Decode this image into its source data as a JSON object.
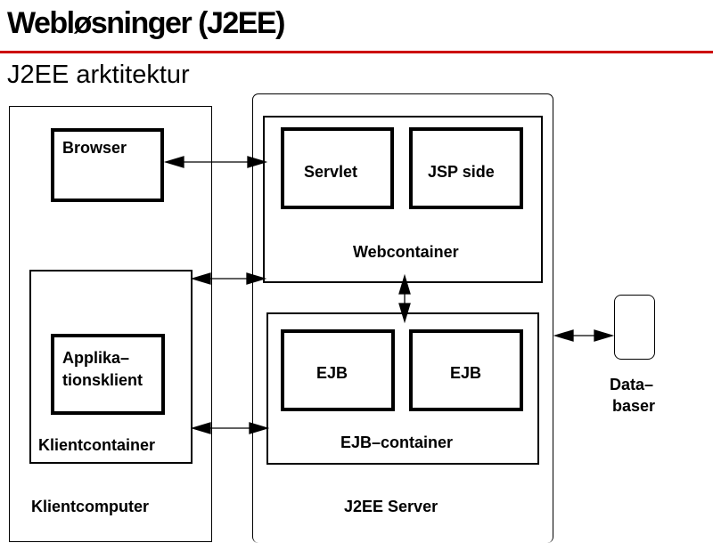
{
  "slide": {
    "title": "Webløsninger (J2EE)",
    "subtitle": "J2EE arktitektur",
    "accent_color": "#cc0000"
  },
  "diagram": {
    "client_computer": {
      "label": "Klientcomputer",
      "browser": {
        "label": "Browser"
      },
      "client_container": {
        "label": "Klientcontainer",
        "app_client": {
          "label_line1": "Applika–",
          "label_line2": "tionsklient"
        }
      }
    },
    "j2ee_server": {
      "label": "J2EE Server",
      "web_container": {
        "label": "Webcontainer",
        "servlet": {
          "label": "Servlet"
        },
        "jsp_page": {
          "label": "JSP side"
        }
      },
      "ejb_container": {
        "label": "EJB–container",
        "ejb_1": {
          "label": "EJB"
        },
        "ejb_2": {
          "label": "EJB"
        }
      }
    },
    "databases": {
      "label_line1": "Data–",
      "label_line2": "baser"
    },
    "connections": [
      {
        "from": "browser",
        "to": "web_container",
        "direction": "both",
        "icon": "double-arrow-icon"
      },
      {
        "from": "client_container",
        "to": "web_container",
        "direction": "both",
        "icon": "double-arrow-icon"
      },
      {
        "from": "client_container",
        "to": "ejb_container",
        "direction": "both",
        "icon": "double-arrow-icon"
      },
      {
        "from": "web_container",
        "to": "ejb_container",
        "direction": "both",
        "icon": "double-arrow-icon"
      },
      {
        "from": "j2ee_server",
        "to": "databases",
        "direction": "both",
        "icon": "double-arrow-icon"
      }
    ]
  }
}
